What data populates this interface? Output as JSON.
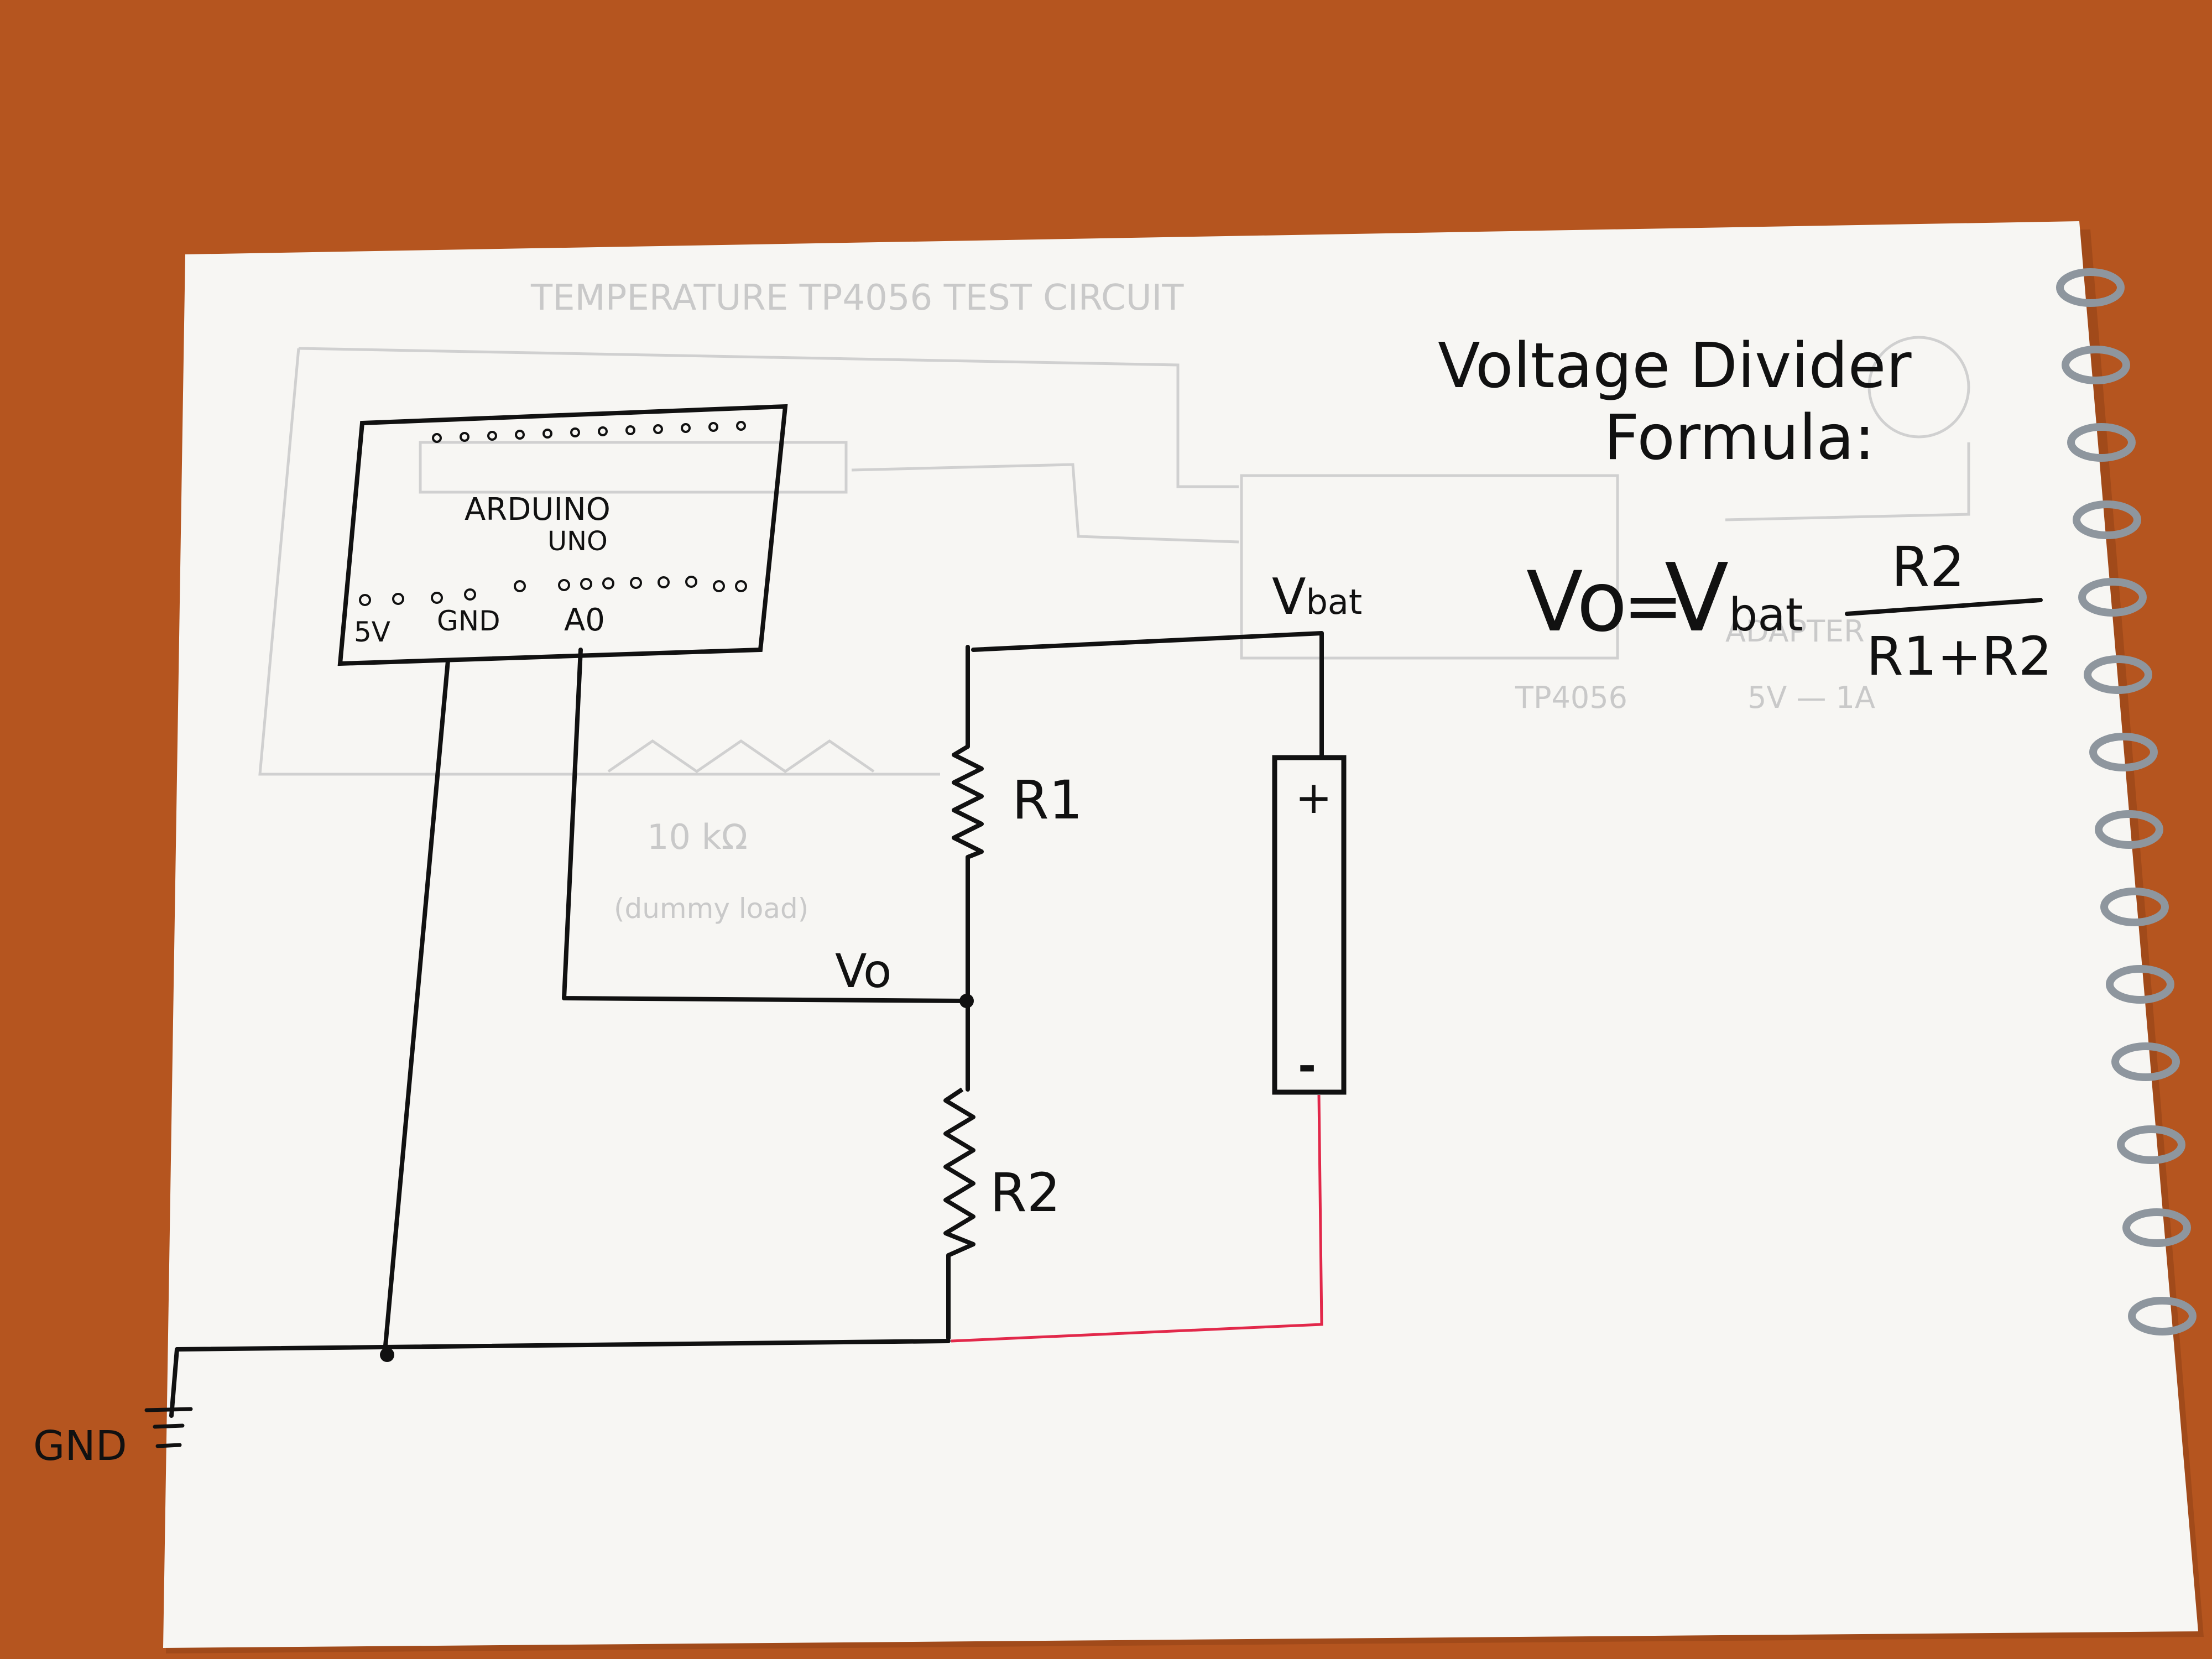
{
  "colors": {
    "table": "#b5551f",
    "paper": "#f7f6f3",
    "ink": "#111111",
    "pencil": "#c9c9c9",
    "red_wire": "#e2284a",
    "spiral": "#8e969e"
  },
  "title": {
    "line1": "Voltage Divider",
    "line2": "Formula:"
  },
  "formula": {
    "lhs": "Vo",
    "equals": "=",
    "vbat_v": "V",
    "vbat_sub": "bat",
    "numerator": "R2",
    "denominator": "R1+R2"
  },
  "arduino": {
    "name_line1": "ARDUINO",
    "name_line2": "UNO",
    "pins": [
      "5V",
      "GND",
      "A0"
    ]
  },
  "labels": {
    "vbat_v": "V",
    "vbat_sub": "bat",
    "r1": "R1",
    "r2": "R2",
    "vo": "Vo",
    "battery_plus": "+",
    "battery_minus": "-",
    "gnd": "GND"
  },
  "faint_pencil": {
    "title": "TEMPERATURE TP4056 TEST CIRCUIT",
    "resistor_value": "10 kΩ",
    "resistor_note": "(dummy load)",
    "module_label": "TP4056",
    "adapter_label": "ADAPTER",
    "adapter_spec": "5V — 1A"
  }
}
